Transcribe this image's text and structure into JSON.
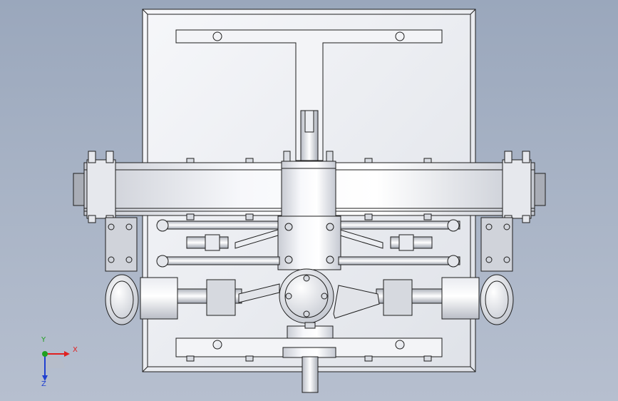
{
  "view": {
    "background_top": "#9aa7bc",
    "background_bottom": "#b6bfcf",
    "edge_color": "#1e1e1e",
    "part_light": "#f4f5f8",
    "part_mid": "#d4d7de",
    "part_dark": "#9ea3ae"
  },
  "triad": {
    "x_label": "X",
    "y_label": "Y",
    "z_label": "Z",
    "x_color": "#e02020",
    "y_color": "#1fa01f",
    "z_color": "#2040d0"
  }
}
